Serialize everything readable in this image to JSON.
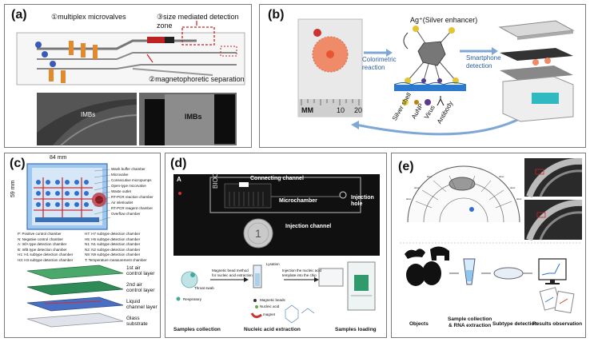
{
  "panels": {
    "a": {
      "label": "(a)",
      "step1": "①multiplex microvalves",
      "step3": "③size mediated detection zone",
      "step2": "②magnetophoretic separation",
      "imb_left": "IMBs",
      "imb_right": "IMBs"
    },
    "b": {
      "label": "(b)",
      "enhancer": "Ag⁺(Silver enhancer)",
      "colorimetric": "Colorimetric\nreaction",
      "smartphone": "Smartphone\ndetection",
      "mm": "MM",
      "ruler_10": "10",
      "ruler_20": "20",
      "legend": [
        "Silver shell",
        "AuNP",
        "Virus",
        "Antibody"
      ]
    },
    "c": {
      "label": "(c)",
      "width_dim": "84 mm",
      "height_dim": "59 mm",
      "chamber_labels": [
        "Wash buffer chamber",
        "Microvalve",
        "Consecutive micropumps",
        "Open-type micorvalve",
        "Waste outlet",
        "RT-PCR reaction chamber",
        "Air inlet/outlet",
        "RT-PCR reagent chamber",
        "Overflow chamber"
      ],
      "legend_left": [
        "P: Positive control chamber",
        "N: Negative control chamber",
        "A: InfA type detection chamber",
        "B: InfB type detection chamber",
        "H1: H1 subtype detection chamber",
        "H3: H3 subtype detection chamber"
      ],
      "legend_right": [
        "H7: H7 subtype detection chamber",
        "H5: H5 subtype detection chamber",
        "N1: N1 subtype detection chamber",
        "N2: N2 subtype detection chamber",
        "N9: N9 subtype detection chamber",
        "T: Temperature measurement chamber"
      ],
      "layers": [
        "1st air\ncontrol layer",
        "2nd air\ncontrol layer",
        "Liquid\nchannel layer",
        "Glass\nsubstrate"
      ]
    },
    "d": {
      "label": "(d)",
      "photo_label": "A",
      "chip_text": "BIOC",
      "connecting": "Connecting channel",
      "microchamber": "Microchamber",
      "injection_hole": "Injection\nhole",
      "injection_channel": "Injection channel",
      "throat_swab": "Throat swab",
      "respiratory": "Respiratory",
      "magnetic_method": "Magnetic bead method\nfor nucleic acid extraction",
      "injection_note": "Injection the nucleic acid\ntemplate into the chip",
      "lysis": "Lysation",
      "magnetic_beads": "Magnetic beads",
      "nucleic_acid": "Nucleic acid",
      "magnet": "magnet",
      "steps": [
        "Samples collection",
        "Nucleic acid extraction",
        "Samples loading"
      ]
    },
    "e": {
      "label": "(e)",
      "objects": "Objects",
      "sample": "Sample collection\n& RNA extraction",
      "subtype": "Subtype detection",
      "results": "Results observation"
    }
  },
  "colors": {
    "border": "#7a7a7a",
    "chip_blue": "#2f6fd1",
    "chip_red": "#c8303a",
    "orange_well": "#f08b6a",
    "panel_d_photo": "#101010"
  }
}
